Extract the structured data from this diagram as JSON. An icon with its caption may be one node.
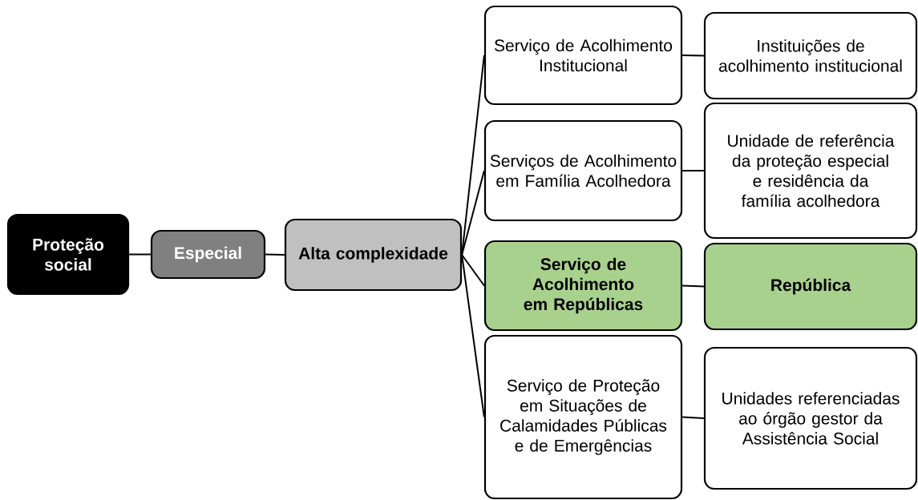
{
  "diagram": {
    "nodes": [
      {
        "text": [
          "Proteção social"
        ]
      },
      {
        "text": [
          "Especial"
        ]
      },
      {
        "text": [
          "Alta complexidade"
        ]
      },
      {
        "text": [
          "Serviço de Acolhimento Institucional"
        ]
      },
      {
        "text": [
          "Instituições de acolhimento institucional"
        ]
      },
      {
        "text": [
          "Serviços de Acolhimento em Família Acolhedora"
        ]
      },
      {
        "text": [
          "Unidade de referência da proteção especial e residência da família acolhedora"
        ]
      },
      {
        "text": [
          "Serviço de Acolhimento em Repúblicas"
        ]
      },
      {
        "text": [
          "República"
        ]
      },
      {
        "text": [
          "Serviço de Proteção em Situações de Calamidades Públicas e de Emergências"
        ]
      },
      {
        "text": [
          "Unidades referenciadas ao órgão gestor da Assistência Social"
        ]
      }
    ],
    "edges": [
      {
        "from": 0,
        "to": 1,
        "arrow": "none"
      },
      {
        "from": 1,
        "to": 2,
        "arrow": "none"
      },
      {
        "from": 2,
        "to": 3,
        "arrow": "none"
      },
      {
        "from": 2,
        "to": 5,
        "arrow": "none"
      },
      {
        "from": 2,
        "to": 7,
        "arrow": "none"
      },
      {
        "from": 2,
        "to": 9,
        "arrow": "none"
      },
      {
        "from": 3,
        "to": 4,
        "arrow": "none"
      },
      {
        "from": 5,
        "to": 6,
        "arrow": "none"
      },
      {
        "from": 7,
        "to": 8,
        "arrow": "none"
      },
      {
        "from": 9,
        "to": 10,
        "arrow": "none"
      }
    ]
  }
}
